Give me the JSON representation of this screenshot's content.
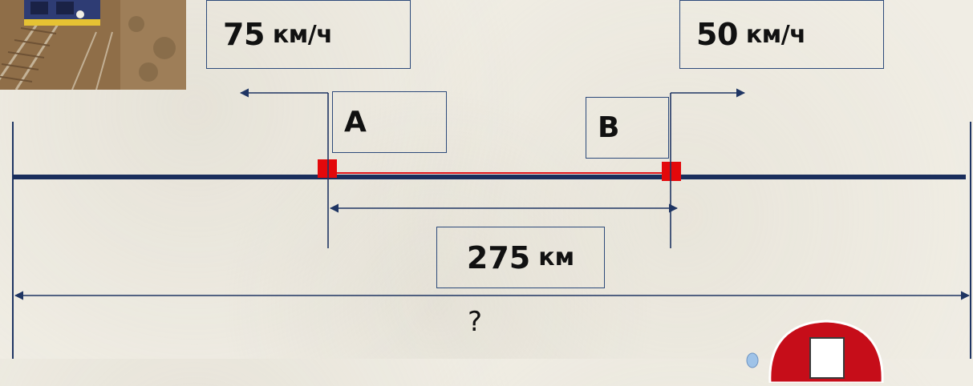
{
  "speed_left": {
    "value": "75",
    "unit": "км/ч"
  },
  "speed_right": {
    "value": "50",
    "unit": "км/ч"
  },
  "point_a": "A",
  "point_b": "B",
  "distance": {
    "value": "275",
    "unit": "км"
  },
  "unknown": "?",
  "colors": {
    "track": "#1a2e5c",
    "segment": "#e0161a",
    "station": "#e3080b",
    "lines": "#1f3563"
  },
  "decor": {
    "photo": "train-on-railway",
    "badge": "stop-sign-icon"
  }
}
